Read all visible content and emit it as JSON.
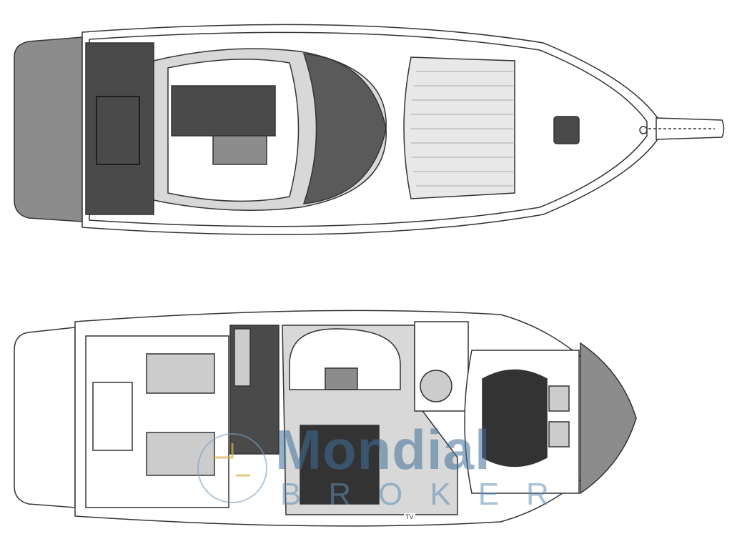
{
  "diagram": {
    "views": [
      "top-deck-plan",
      "lower-deck-plan"
    ],
    "labels": {
      "tv": "TV"
    }
  },
  "watermark": {
    "brand": "Mondial",
    "subtitle": "BROKER"
  },
  "colors": {
    "line": "#333333",
    "gray_fill": "#8c8c8c",
    "dark_fill": "#4a4a4a",
    "light_fill": "#d8d8d8",
    "watermark": "#3f6f9a"
  }
}
